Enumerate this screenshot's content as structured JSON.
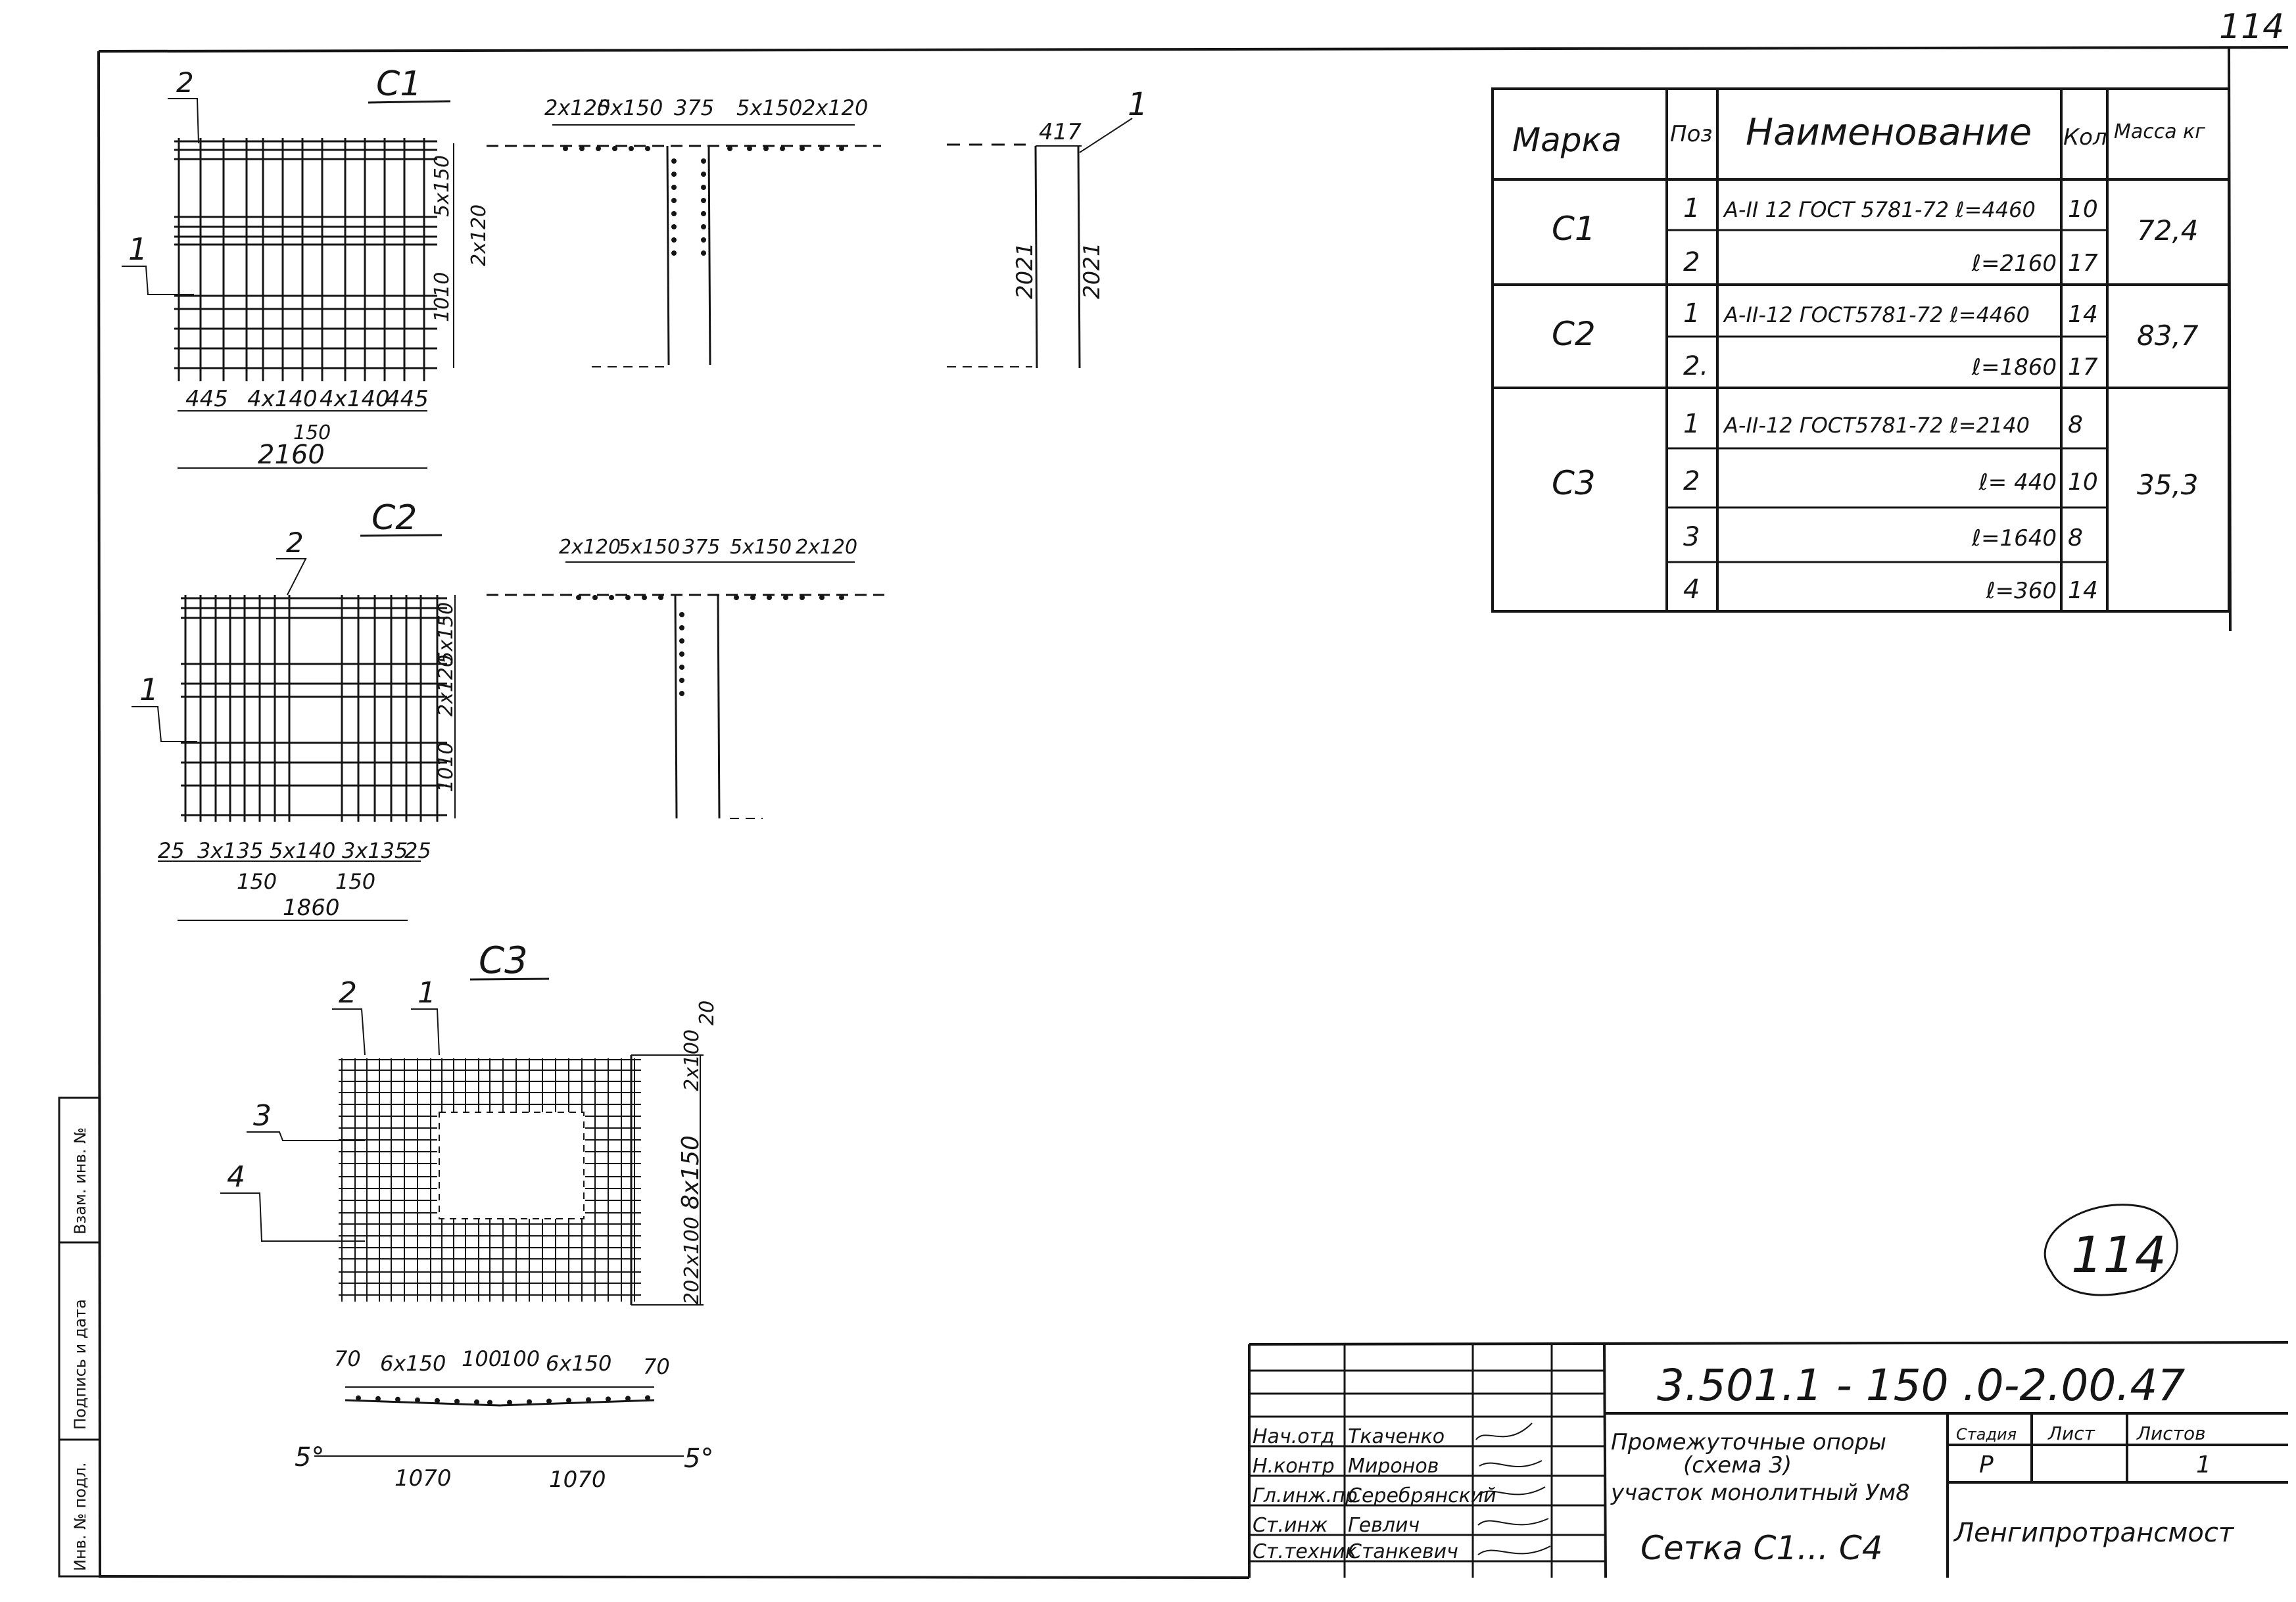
{
  "sheet": {
    "corner_number": "114",
    "stamp_number": "114",
    "ink_color": "#151515",
    "paper_color": "#ffffff"
  },
  "side_stamp": {
    "cells": [
      "Инв. № подл.",
      "Подпись и дата",
      "Взам. инв. №"
    ]
  },
  "drawings": {
    "c1": {
      "title": "С1",
      "callout_top": "2",
      "callout_left": "1",
      "dim_right_top": "5x150",
      "dim_right_mid": "2x120",
      "dim_right_bot": "1010",
      "dim_bottom_parts": [
        "445",
        "4x140",
        "4x140",
        "445"
      ],
      "dim_bottom_mid": "150",
      "dim_bottom_total": "2160"
    },
    "c1_section": {
      "dims": [
        "2x120",
        "5x150",
        "375",
        "5x150",
        "2x120"
      ]
    },
    "c1_side": {
      "callout": "1",
      "dim_top": "417",
      "dim_left": "2021",
      "dim_right": "2021"
    },
    "c2": {
      "title": "С2",
      "callout_top": "2",
      "callout_left": "1",
      "dim_right_top": "5x150",
      "dim_right_mid": "2x120",
      "dim_right_bot": "1010",
      "dim_bottom_parts": [
        "25",
        "3x135",
        "5x140",
        "3x135",
        "25"
      ],
      "dim_bottom_mid_left": "150",
      "dim_bottom_mid_right": "150",
      "dim_bottom_total": "1860"
    },
    "c2_section": {
      "dims": [
        "2x120",
        "5x150",
        "375",
        "5x150",
        "2x120"
      ]
    },
    "c3": {
      "title": "С3",
      "callout_1": "1",
      "callout_2": "2",
      "callout_3": "3",
      "callout_4": "4",
      "dim_right": [
        "20",
        "2x100",
        "8x150",
        "2x100",
        "20"
      ]
    },
    "c3_bend": {
      "dims_top": [
        "70",
        "6x150",
        "100",
        "100",
        "6x150",
        "70"
      ],
      "dims_bottom": [
        "1070",
        "1070"
      ],
      "angle_left": "5°",
      "angle_right": "5°"
    }
  },
  "spec_table": {
    "headers": {
      "mark": "Марка",
      "pos": "Поз",
      "name": "Наименование",
      "qty": "Кол",
      "mass": "Масса кг"
    },
    "rows": [
      {
        "mark": "С1",
        "pos": "1",
        "name": "А-II 12 ГОСТ 5781-72 ℓ=4460",
        "qty": "10",
        "mass": "72,4"
      },
      {
        "mark": "",
        "pos": "2",
        "name": "ℓ=2160",
        "qty": "17",
        "mass": ""
      },
      {
        "mark": "С2",
        "pos": "1",
        "name": "А-II-12 ГОСТ5781-72 ℓ=4460",
        "qty": "14",
        "mass": "83,7"
      },
      {
        "mark": "",
        "pos": "2.",
        "name": "ℓ=1860",
        "qty": "17",
        "mass": ""
      },
      {
        "mark": "С3",
        "pos": "1",
        "name": "А-II-12 ГОСТ5781-72 ℓ=2140",
        "qty": "8",
        "mass": "35,3"
      },
      {
        "mark": "",
        "pos": "2",
        "name": "ℓ= 440",
        "qty": "10",
        "mass": ""
      },
      {
        "mark": "",
        "pos": "3",
        "name": "ℓ=1640",
        "qty": "8",
        "mass": ""
      },
      {
        "mark": "",
        "pos": "4",
        "name": "ℓ=360",
        "qty": "14",
        "mass": ""
      }
    ]
  },
  "title_block": {
    "code": "3.501.1 - 150 .0-2.00.47",
    "description_1": "Промежуточные опоры",
    "description_2": "(схема 3)",
    "description_3": "участок монолитный Ум8",
    "sheet_name": "Сетка С1... С4",
    "organization": "Ленгипротрансмост",
    "stage_header": "Стадия",
    "stage": "Р",
    "sheet_header": "Лист",
    "sheets_header": "Листов",
    "sheets": "1",
    "people": [
      {
        "role": "Нач.отд",
        "name": "Ткаченко"
      },
      {
        "role": "Н.контр",
        "name": "Миронов"
      },
      {
        "role": "Гл.инж.пр",
        "name": "Серебрянский"
      },
      {
        "role": "Ст.инж",
        "name": "Гевлич"
      },
      {
        "role": "Ст.техник",
        "name": "Станкевич"
      }
    ]
  }
}
